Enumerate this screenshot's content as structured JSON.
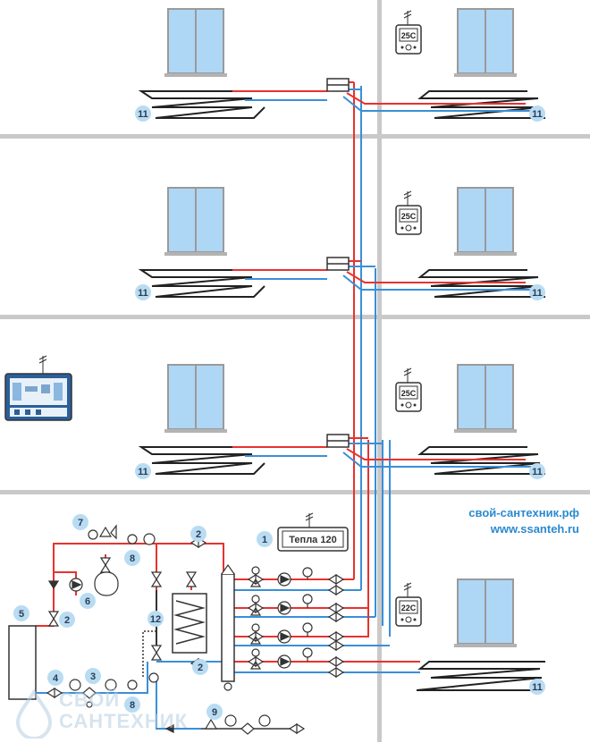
{
  "colors": {
    "wall": "#c9c9c9",
    "hot_pipe": "#e8322f",
    "cold_pipe": "#3a8fd8",
    "callout_fill": "#b9dcf2",
    "callout_text": "#2a3d55",
    "window_glass": "#aed6f5",
    "website_text": "#2a8ad0"
  },
  "thermostats": {
    "floor3": "25C",
    "floor2": "25C",
    "floor1": "25C",
    "ground": "22C"
  },
  "boiler_label": "Тепла 120",
  "callouts": {
    "boiler": "1",
    "valve": "2",
    "filter": "3",
    "drain_valve": "4",
    "tank": "5",
    "pump": "6",
    "safety_group": "7",
    "thermometer": "8",
    "pressure_gauge": "9",
    "underfloor": "11",
    "buffer": "12"
  },
  "website": {
    "line1": "свой-сантехник.рф",
    "line2": "www.ssanteh.ru"
  },
  "watermark": {
    "line1": "СВОЙ",
    "line2": "САНТЕХНИК"
  },
  "icons": [
    "antenna-icon",
    "thermostat-icon",
    "pump-icon",
    "valve-icon",
    "check-valve-icon",
    "manometer-icon",
    "thermometer-icon",
    "mixing-valve-icon",
    "window-icon",
    "control-panel-icon"
  ]
}
